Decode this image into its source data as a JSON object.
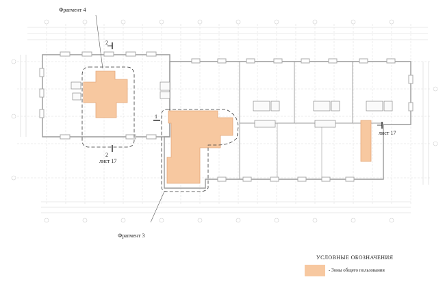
{
  "labels": {
    "fragment4": "Фрагмент 4",
    "fragment3": "Фрагмент 3",
    "section2_top": "2",
    "section2_bottom": "2",
    "sheet17_left": "лист 17",
    "sheet17_right": "лист 17",
    "section1": "1"
  },
  "legend": {
    "title": "УСЛОВНЫЕ ОБОЗНАЧЕНИЯ",
    "items": [
      {
        "label": "- Зоны общего пользования",
        "color": "#f7c8a0"
      }
    ]
  },
  "colors": {
    "common_area_fill": "#f7c8a0",
    "common_area_stroke": "#e4a77a",
    "wall": "#9a9a9a",
    "grid": "#cfcfcf"
  }
}
